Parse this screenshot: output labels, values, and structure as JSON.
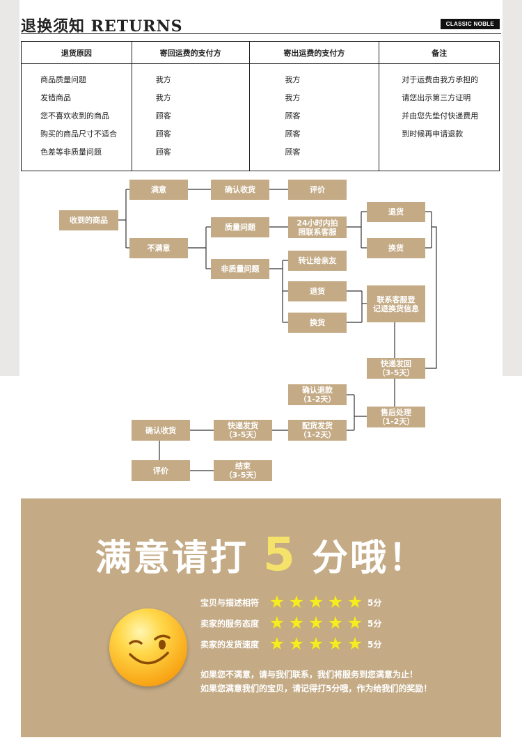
{
  "header": {
    "title": "退换须知 RETURNS",
    "badge": "CLASSIC NOBLE"
  },
  "table": {
    "headers": [
      "退货原因",
      "寄回运费的支付方",
      "寄出运费的支付方",
      "备注"
    ],
    "reasons": [
      "商品质量问题",
      "发错商品",
      "您不喜欢收到的商品",
      "购买的商品尺寸不适合",
      "色差等非质量问题"
    ],
    "return_payer": [
      "我方",
      "我方",
      "顾客",
      "顾客",
      "顾客"
    ],
    "send_payer": [
      "我方",
      "我方",
      "顾客",
      "顾客",
      "顾客"
    ],
    "notes": [
      "对于运费由我方承担的",
      "请您出示第三方证明",
      "并由您先垫付快递费用",
      "到时候再申请退款"
    ]
  },
  "flow": {
    "received": "收到的商品",
    "satisfied": "满意",
    "confirm_receipt": "确认收货",
    "review": "评价",
    "unsatisfied": "不满意",
    "quality_issue": "质量问题",
    "contact_24h_l1": "24小时内拍",
    "contact_24h_l2": "照联系客服",
    "refund": "退货",
    "exchange": "换货",
    "non_quality": "非质量问题",
    "transfer": "转让给亲友",
    "refund2": "退货",
    "exchange2": "换货",
    "register_l1": "联系客服登",
    "register_l2": "记退换货信息",
    "express_back_l1": "快递发回",
    "express_back_l2": "（3-5天）",
    "after_sales_l1": "售后处理",
    "after_sales_l2": "（1-2天）",
    "confirm_refund_l1": "确认退款",
    "confirm_refund_l2": "（1-2天）",
    "restock_l1": "配货发货",
    "restock_l2": "（1-2天）",
    "express_ship_l1": "快递发货",
    "express_ship_l2": "（3-5天）",
    "confirm_receipt2": "确认收货",
    "review2": "评价",
    "end_l1": "结束",
    "end_l2": "（3-5天）"
  },
  "banner": {
    "headline_a": "满意请打",
    "headline_five": "5",
    "headline_b": "分哦！",
    "ratings": [
      {
        "label": "宝贝与描述相符",
        "stars": 5,
        "score": "5分"
      },
      {
        "label": "卖家的服务态度",
        "stars": 5,
        "score": "5分"
      },
      {
        "label": "卖家的发货速度",
        "stars": 5,
        "score": "5分"
      }
    ],
    "message1": "如果您不满意，请与我们联系，我们将服务到您满意为止！",
    "message2": "如果您满意我们的宝贝，请记得打5分哦，作为给我们的奖励！"
  },
  "colors": {
    "accent": "#c4ab86",
    "star": "#f6ec22",
    "five": "#f5e26a",
    "smiley": "#ffc72e"
  }
}
